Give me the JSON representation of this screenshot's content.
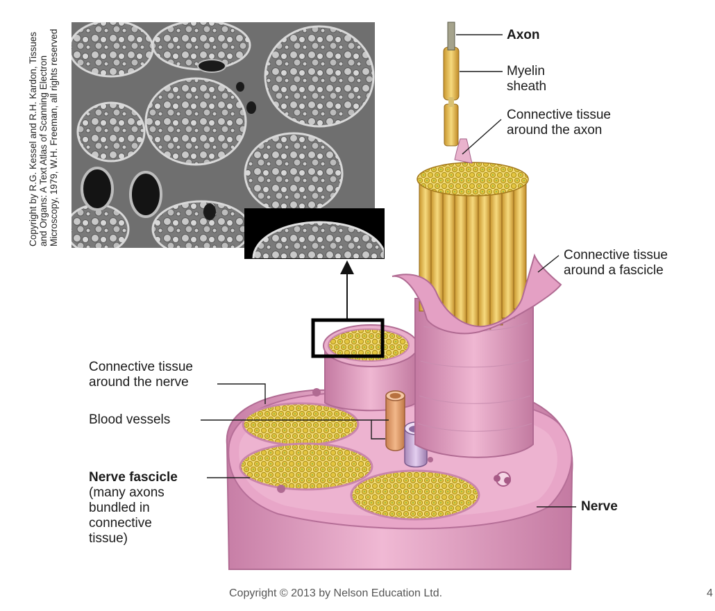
{
  "labels": {
    "axon": "Axon",
    "myelin_sheath": [
      "Myelin",
      "sheath"
    ],
    "ct_axon": [
      "Connective tissue",
      "around the axon"
    ],
    "ct_fascicle": [
      "Connective tissue",
      "around a fascicle"
    ],
    "ct_nerve": [
      "Connective tissue",
      "around the nerve"
    ],
    "blood_vessels": "Blood vessels",
    "nerve_fascicle": "Nerve fascicle",
    "nerve_fascicle_desc": [
      "(many axons",
      "bundled in",
      "connective",
      "tissue)"
    ],
    "nerve": "Nerve"
  },
  "micrograph_credit": [
    "Copyright by R.G. Kessel and R.H. Kardon, Tissues",
    "and Organs: A Text Atlas of Scanning Electron",
    "Microscopy, 1979, W.H. Freeman, all rights reserved"
  ],
  "footer": {
    "copyright": "Copyright © 2013 by Nelson Education Ltd.",
    "page_number": "4"
  },
  "colors": {
    "nerve_pink": "#e7a8c8",
    "axon_yellow": "#e8c25a",
    "micrograph_gray": "#8a8a8a",
    "artery": "#e0a070",
    "vein": "#c8a8d8"
  }
}
